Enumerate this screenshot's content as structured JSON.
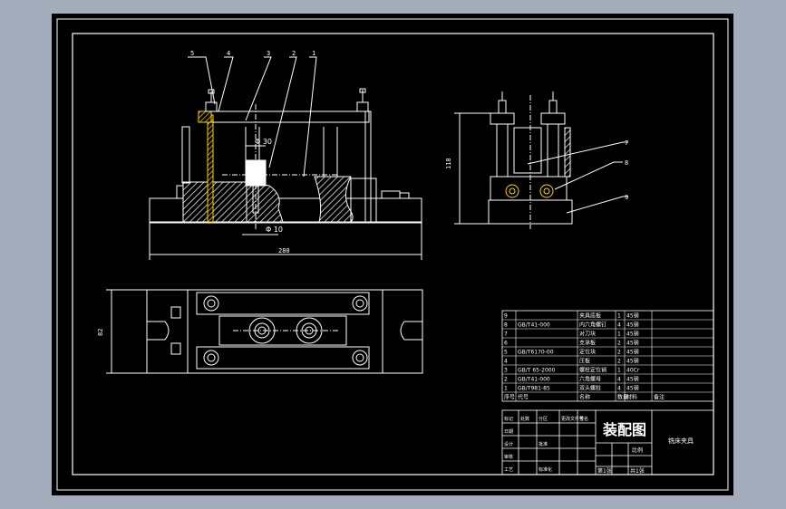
{
  "drawing": {
    "dimensions": {
      "width_top": "280",
      "height_side": "118",
      "dia_upper": "Φ 30",
      "dia_lower": "Φ 10",
      "width_plan": "82"
    },
    "leaders_front": [
      "5",
      "4",
      "3",
      "2",
      "1"
    ],
    "leaders_side": [
      "7",
      "8",
      "9"
    ],
    "bom_rows": [
      {
        "no": "9",
        "code": "",
        "name": "夹具底板",
        "qty": "1",
        "mat": "45钢"
      },
      {
        "no": "8",
        "code": "GB/T41-000",
        "name": "内六角螺钉",
        "qty": "4",
        "mat": "45钢"
      },
      {
        "no": "7",
        "code": "",
        "name": "对刀块",
        "qty": "1",
        "mat": "45钢"
      },
      {
        "no": "6",
        "code": "",
        "name": "支承板",
        "qty": "2",
        "mat": "45钢"
      },
      {
        "no": "5",
        "code": "GB/T6170-00",
        "name": "定位块",
        "qty": "2",
        "mat": "45钢"
      },
      {
        "no": "4",
        "code": "",
        "name": "压板",
        "qty": "2",
        "mat": "45钢"
      },
      {
        "no": "3",
        "code": "GB/T 65-2000",
        "name": "螺栓定位销",
        "qty": "1",
        "mat": "40Cr"
      },
      {
        "no": "2",
        "code": "GB/T41-000",
        "name": "六角螺母",
        "qty": "4",
        "mat": "45钢"
      },
      {
        "no": "1",
        "code": "GB/T981-85",
        "name": "双头螺柱",
        "qty": "4",
        "mat": "45钢"
      }
    ],
    "bom_header": {
      "no": "序号",
      "code": "代号",
      "name": "名称",
      "qty": "数量",
      "mat": "材料",
      "note": "备注"
    },
    "title_block": {
      "big_title": "装配图",
      "part_name": "铣床夹具",
      "scale": "比例",
      "sheet": "第1张",
      "total": "共1张",
      "labels": [
        "标记",
        "处数",
        "分区",
        "更改文件号",
        "签名",
        "日期",
        "设计",
        "审核",
        "工艺",
        "批准",
        "标准化"
      ]
    }
  }
}
